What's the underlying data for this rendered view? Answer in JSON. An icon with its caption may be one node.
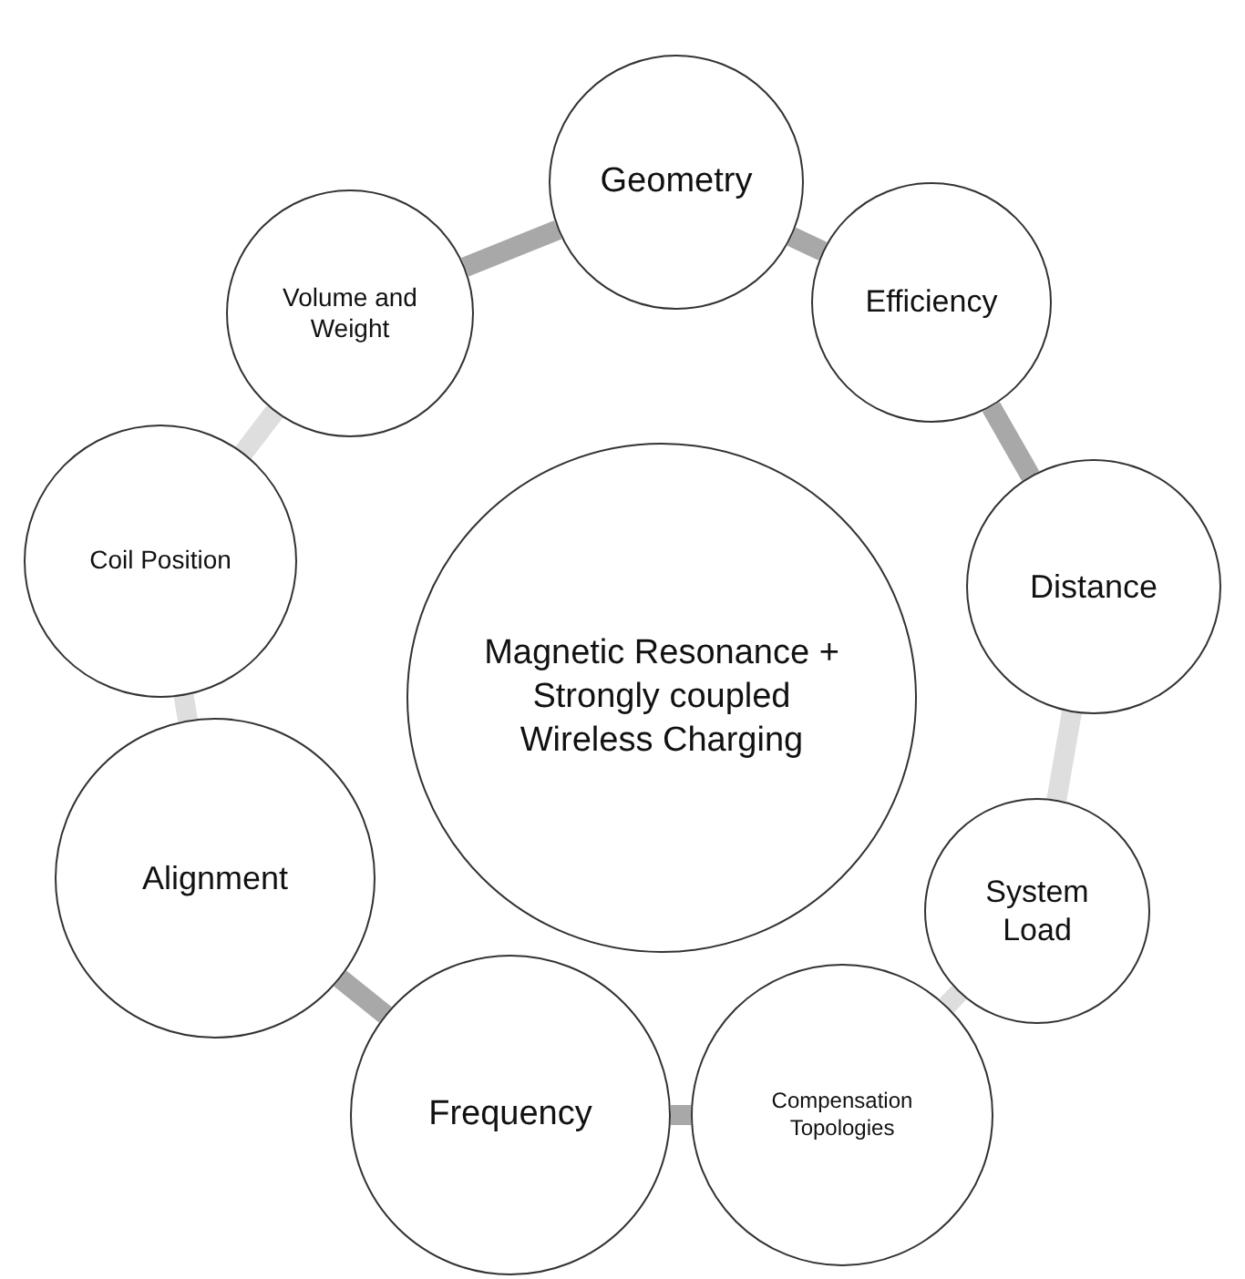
{
  "diagram": {
    "nodes": [
      {
        "text": [
          "Magnetic Resonance + Strongly coupled Wireless Charging"
        ]
      },
      {
        "text": [
          "Geometry"
        ]
      },
      {
        "text": [
          "Efficiency"
        ]
      },
      {
        "text": [
          "Distance"
        ]
      },
      {
        "text": [
          "System Load"
        ]
      },
      {
        "text": [
          "Compensation Topologies"
        ]
      },
      {
        "text": [
          "Frequency"
        ]
      },
      {
        "text": [
          "Alignment"
        ]
      },
      {
        "text": [
          "Coil Position"
        ]
      },
      {
        "text": [
          "Volume and Weight"
        ]
      }
    ],
    "edges": [
      {
        "from": 1,
        "to": 2,
        "arrow": "none"
      },
      {
        "from": 2,
        "to": 3,
        "arrow": "none"
      },
      {
        "from": 3,
        "to": 4,
        "arrow": "none",
        "color": "#dedede"
      },
      {
        "from": 4,
        "to": 5,
        "arrow": "none",
        "color": "#dedede"
      },
      {
        "from": 5,
        "to": 6,
        "arrow": "none"
      },
      {
        "from": 6,
        "to": 7,
        "arrow": "none"
      },
      {
        "from": 7,
        "to": 8,
        "arrow": "none",
        "color": "#dedede"
      },
      {
        "from": 8,
        "to": 9,
        "arrow": "none",
        "color": "#dedede"
      },
      {
        "from": 9,
        "to": 1,
        "arrow": "none"
      }
    ]
  }
}
